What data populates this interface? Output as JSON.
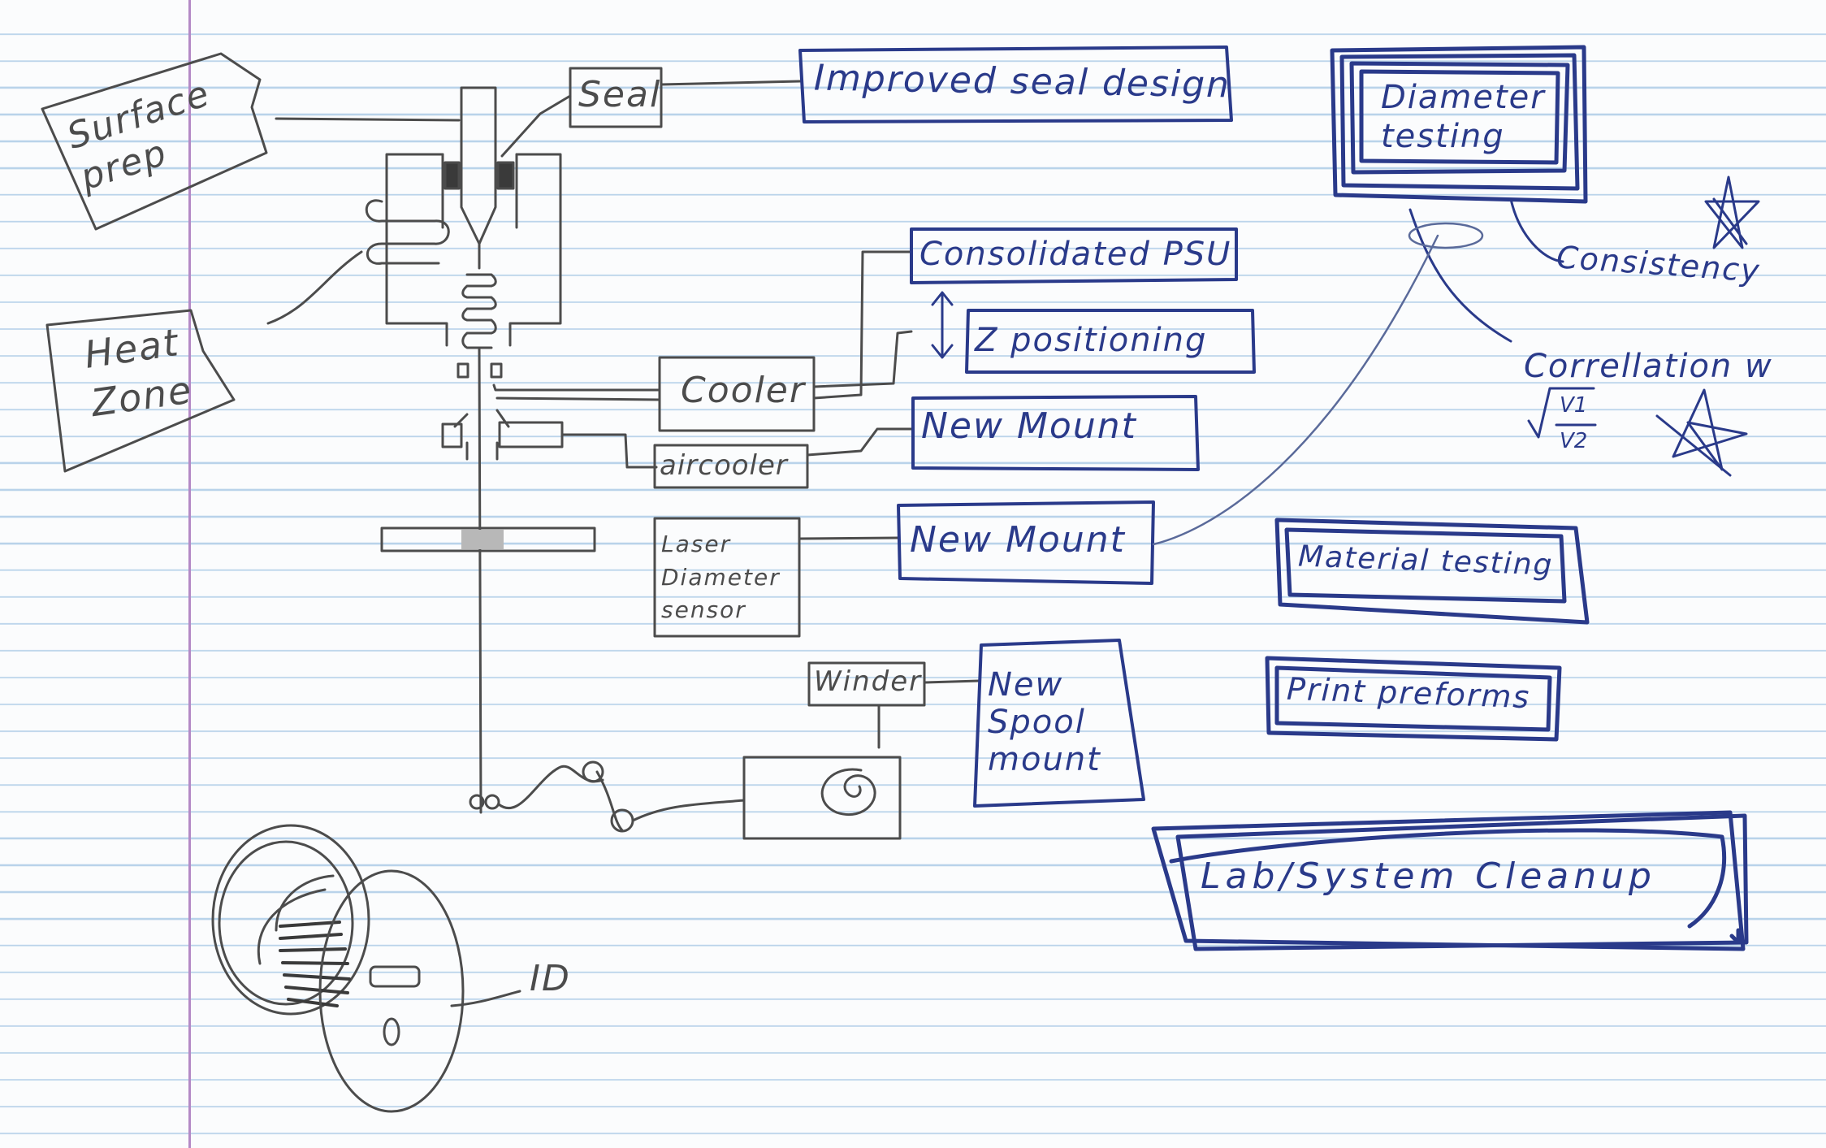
{
  "colors": {
    "paper": "#fbfcfd",
    "rule": "#b9d3ea",
    "margin": "#b48ac6",
    "pencil": "#4c4c4c",
    "pen": "#2a3a8a"
  },
  "labels": {
    "surface_prep": "Surface prep",
    "heat_zone": "Heat Zone",
    "seal": "Seal",
    "improved_seal_design": "Improved seal design",
    "consolidated_psu": "Consolidated PSU",
    "z_positioning": "Z positioning",
    "cooler": "Cooler",
    "aircooler": "aircooler",
    "new_mount_1": "New Mount",
    "new_mount_2": "New Mount",
    "laser_sensor": "Laser Diameter sensor",
    "winder": "Winder",
    "new_spool_mount": "New Spool mount",
    "diameter_testing": "Diameter testing",
    "consistency": "Consistency",
    "correlation": "Correllation w",
    "material_testing": "Material testing",
    "print_preforms": "Print preforms",
    "lab_cleanup": "Lab/System Cleanup",
    "id": "ID"
  },
  "formula": {
    "numerator": "V1",
    "denominator": "V2"
  },
  "icons": [
    "star-icon",
    "crossed-star-icon",
    "spool-icon",
    "winder-spiral-icon",
    "sqrt-icon"
  ]
}
